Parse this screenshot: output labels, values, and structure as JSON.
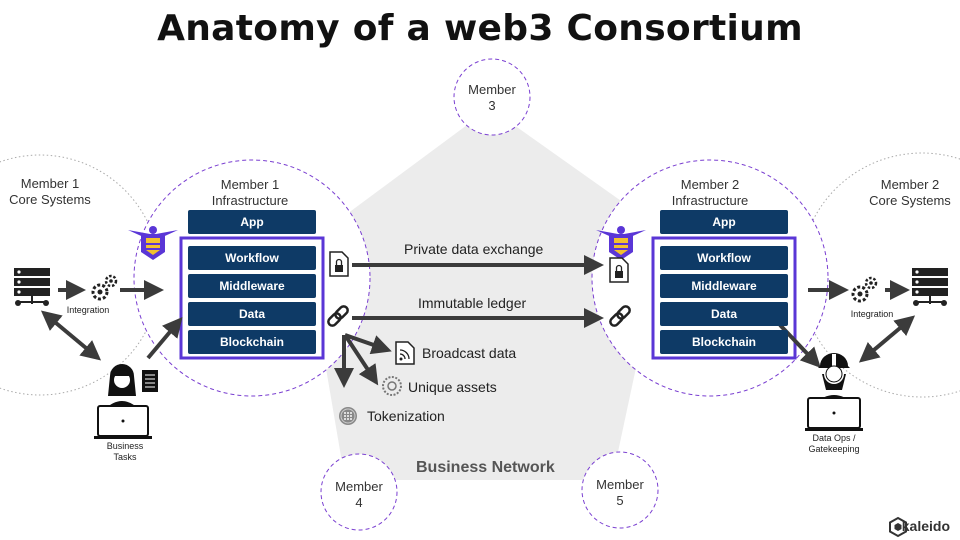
{
  "title": "Anatomy of a web3 Consortium",
  "members": {
    "m1_core": "Member 1\nCore Systems",
    "m1_infra": "Member 1\nInfrastructure",
    "m2_infra": "Member 2\nInfrastructure",
    "m2_core": "Member 2\nCore Systems",
    "m3": "Member\n3",
    "m4": "Member\n4",
    "m5": "Member\n5"
  },
  "stack": {
    "app": "App",
    "workflow": "Workflow",
    "middleware": "Middleware",
    "data": "Data",
    "blockchain": "Blockchain"
  },
  "flows": {
    "private_exchange": "Private data exchange",
    "immutable_ledger": "Immutable ledger",
    "broadcast": "Broadcast data",
    "unique_assets": "Unique assets",
    "tokenization": "Tokenization"
  },
  "labels": {
    "integration": "Integration",
    "business_tasks": "Business\nTasks",
    "data_ops": "Data Ops /\nGatekeeping",
    "business_network": "Business Network"
  },
  "brand": "kaleido",
  "colors": {
    "stack_fill": "#0e3a66",
    "stack_frame": "#5a36d6",
    "dashed_member": "#7a3fd1",
    "network_fill": "#ececec",
    "arrow": "#3b3b3b",
    "badge_fill": "#f2c12e"
  },
  "icons": {
    "server": "server-rack-icon",
    "gears": "gears-icon",
    "lock_doc": "locked-document-icon",
    "chain": "chain-link-icon",
    "rss_doc": "broadcast-document-icon",
    "assets": "unique-asset-icon",
    "token": "token-coin-icon",
    "person": "user-laptop-icon",
    "worker": "hardhat-worker-icon",
    "badge": "bee-badge-icon",
    "logo": "kaleido-logo-icon"
  }
}
